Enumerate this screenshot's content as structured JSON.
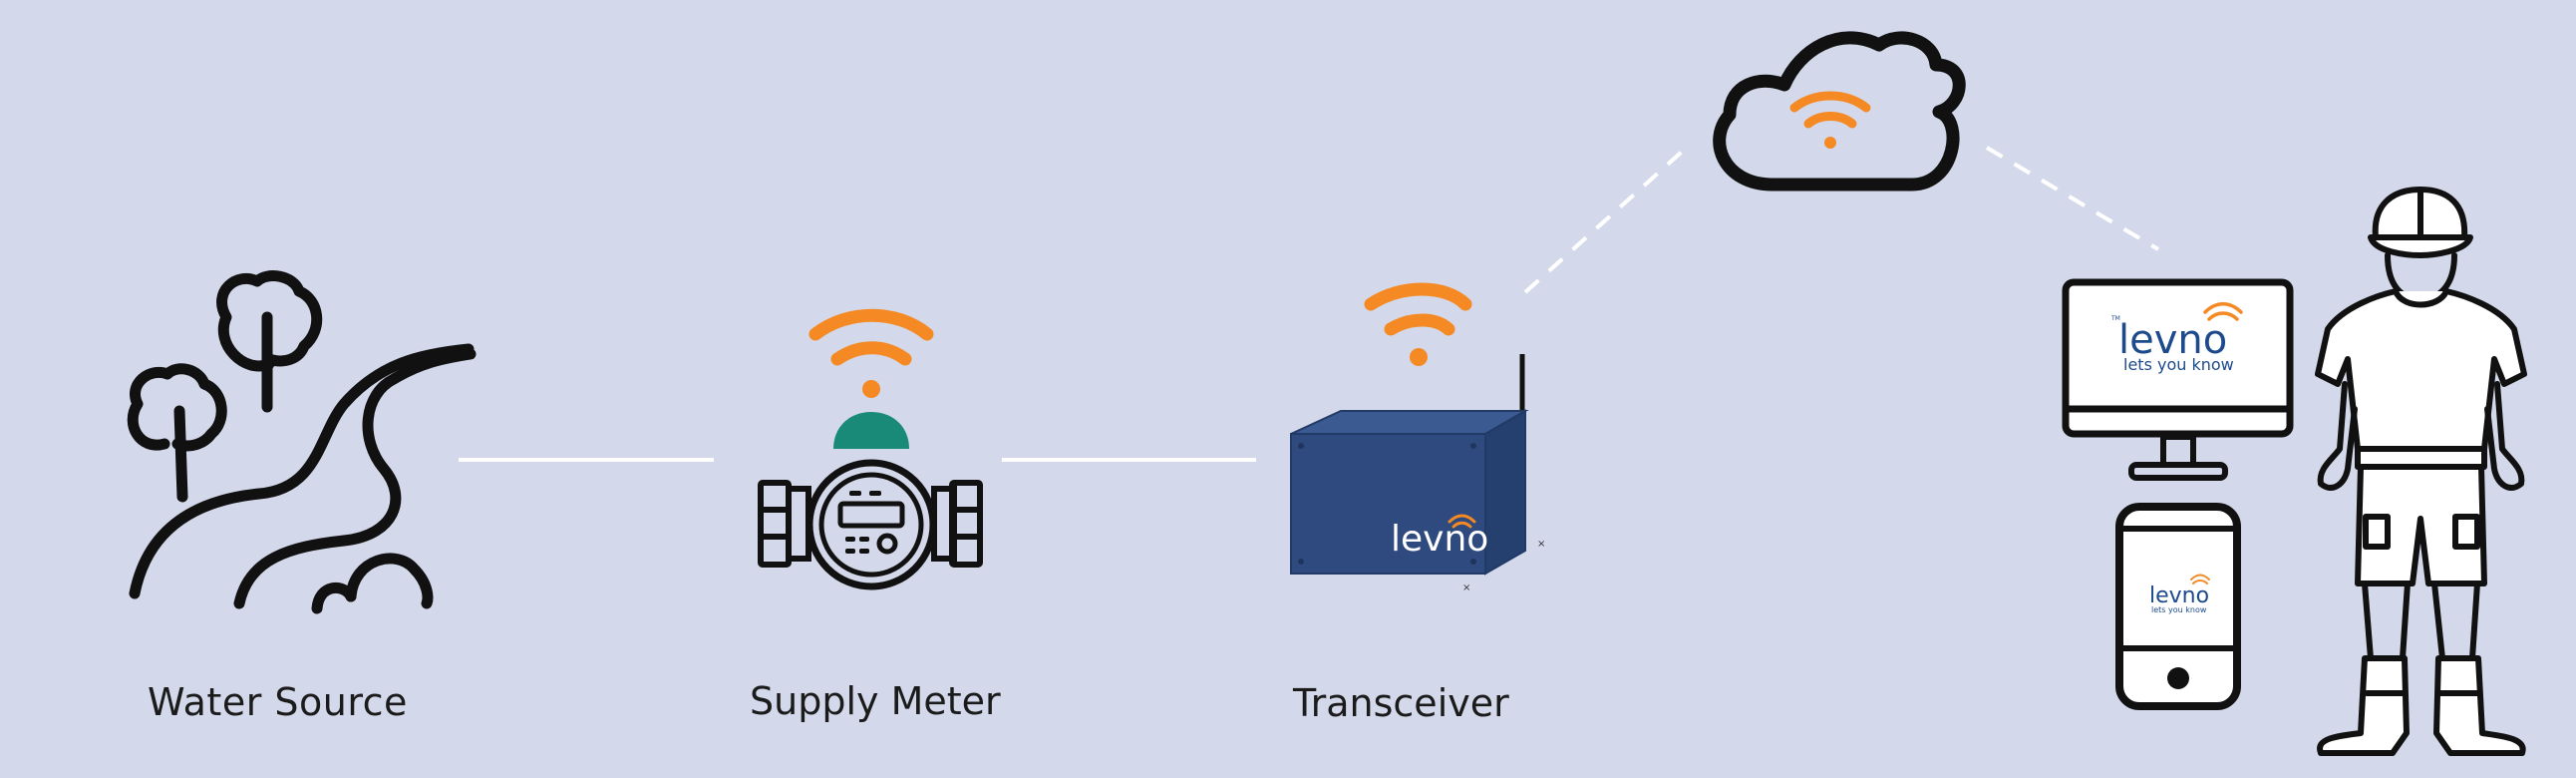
{
  "colors": {
    "background": "#d3d9ea",
    "line": "#ffffff",
    "icon_stroke": "#111111",
    "wifi_orange": "#f58a24",
    "sensor_green": "#1a8a78",
    "box_blue": "#2e4a7e",
    "brand_blue": "#1d4a8c"
  },
  "nodes": {
    "water_source": {
      "label": "Water Source",
      "icon": "river-trees-icon"
    },
    "supply_meter": {
      "label": "Supply Meter",
      "icon": "water-meter-icon"
    },
    "transceiver": {
      "label": "Transceiver",
      "icon": "transceiver-box-icon",
      "brand": "levno"
    },
    "cloud": {
      "icon": "cloud-wifi-icon"
    },
    "monitor": {
      "icon": "desktop-monitor-icon",
      "brand": "levno",
      "tagline": "lets you know",
      "tm": "TM"
    },
    "phone": {
      "icon": "smartphone-icon",
      "brand": "levno",
      "tagline": "lets you know"
    },
    "farmer": {
      "icon": "farmer-person-icon"
    }
  }
}
